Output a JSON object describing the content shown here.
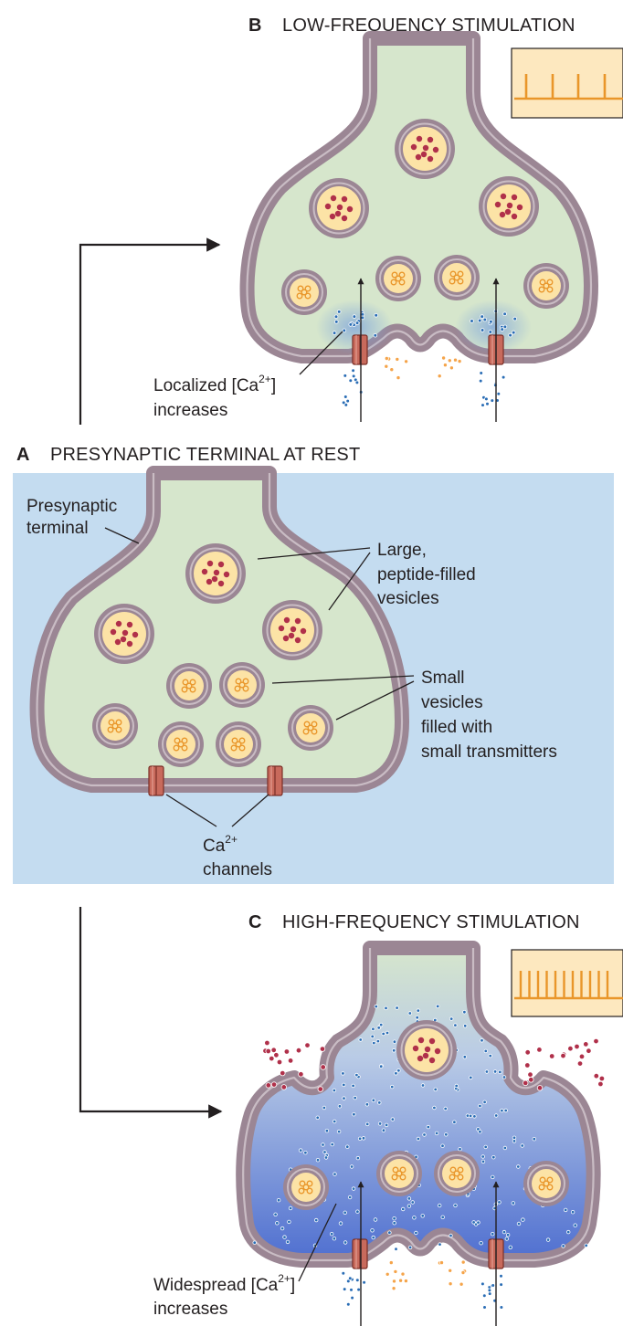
{
  "panels": {
    "a": {
      "letter": "A",
      "title": "PRESYNAPTIC TERMINAL AT REST"
    },
    "b": {
      "letter": "B",
      "title": "LOW-FREQUENCY STIMULATION"
    },
    "c": {
      "letter": "C",
      "title": "HIGH-FREQUENCY STIMULATION"
    }
  },
  "labels": {
    "presynaptic_terminal": [
      "Presynaptic",
      "terminal"
    ],
    "large_vesicles": [
      "Large,",
      "peptide-filled",
      "vesicles"
    ],
    "small_vesicles": [
      "Small",
      "vesicles",
      "filled with",
      "small transmitters"
    ],
    "ca_channels": {
      "ion": "Ca",
      "charge": "2+",
      "line2": "channels"
    },
    "localized": {
      "pre": "Localized [Ca",
      "charge": "2+",
      "post": "]",
      "line2": "increases"
    },
    "widespread": {
      "pre": "Widespread [Ca",
      "charge": "2+",
      "post": "]",
      "line2": "increases"
    }
  },
  "colors": {
    "panel_bg": "#c4dcf0",
    "cytoplasm": "#d6e6cc",
    "membrane": "#9b8694",
    "membrane_line": "#c9bcc4",
    "vesicle_core": "#fce3a6",
    "peptide": "#b0304a",
    "transmitter": "#f5a44a",
    "calcium": "#2a6db5",
    "channel": "#c86a5c",
    "spike": "#e9962a",
    "spike_bg": "#fde8bf"
  }
}
